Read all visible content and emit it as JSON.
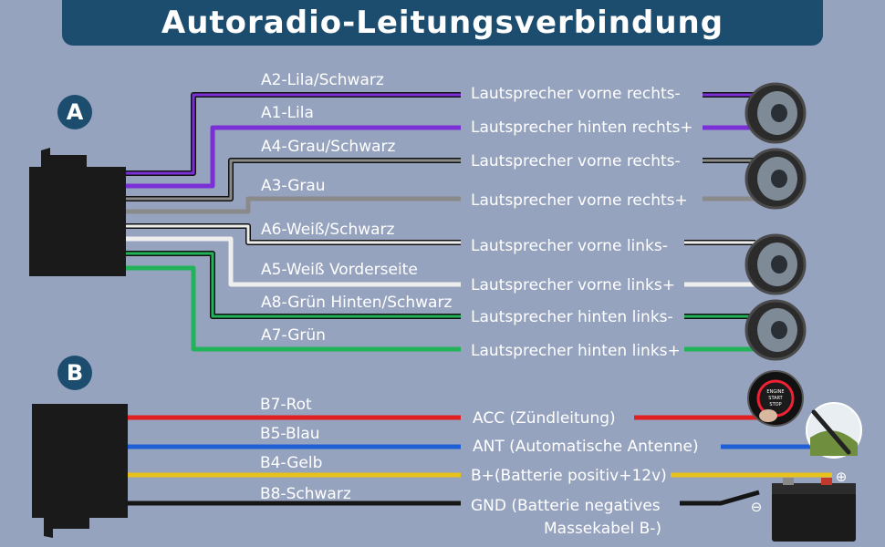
{
  "title": "Autoradio-Leitungsverbindung",
  "connectors": [
    {
      "id": "A",
      "label": "A"
    },
    {
      "id": "B",
      "label": "B"
    }
  ],
  "wires_a": [
    {
      "code": "A2-Lila/Schwarz",
      "function": "Lautsprecher vorne rechts-",
      "color": "#7b2fd6",
      "stripe": "#111111"
    },
    {
      "code": "A1-Lila",
      "function": "Lautsprecher hinten rechts+",
      "color": "#7b2fd6",
      "stripe": ""
    },
    {
      "code": "A4-Grau/Schwarz",
      "function": "Lautsprecher vorne rechts-",
      "color": "#8a8a8a",
      "stripe": "#111111"
    },
    {
      "code": "A3-Grau",
      "function": "Lautsprecher vorne rechts+",
      "color": "#8a8a8a",
      "stripe": ""
    },
    {
      "code": "A6-Weiß/Schwarz",
      "function": "Lautsprecher vorne links-",
      "color": "#eeeeee",
      "stripe": "#111111"
    },
    {
      "code": "A5-Weiß Vorderseite",
      "function": "Lautsprecher vorne links+",
      "color": "#eeeeee",
      "stripe": ""
    },
    {
      "code": "A8-Grün Hinten/Schwarz",
      "function": "Lautsprecher hinten links-",
      "color": "#22b35a",
      "stripe": "#111111"
    },
    {
      "code": "A7-Grün",
      "function": "Lautsprecher hinten links+",
      "color": "#22b35a",
      "stripe": ""
    }
  ],
  "wires_b": [
    {
      "code": "B7-Rot",
      "function": "ACC (Zündleitung)",
      "color": "#e02020"
    },
    {
      "code": "B5-Blau",
      "function": "ANT (Automatische Antenne)",
      "color": "#1f5fd6"
    },
    {
      "code": "B4-Gelb",
      "function": "B+(Batterie positiv+12v)",
      "color": "#e8c21a"
    },
    {
      "code": "B8-Schwarz",
      "function": "GND (Batterie negatives",
      "function_line2": "Massekabel B-)",
      "color": "#151515"
    }
  ],
  "start_button": {
    "line1": "ENGINE",
    "line2": "START",
    "line3": "STOP"
  },
  "battery": {
    "plus": "⊕",
    "minus": "⊖"
  }
}
